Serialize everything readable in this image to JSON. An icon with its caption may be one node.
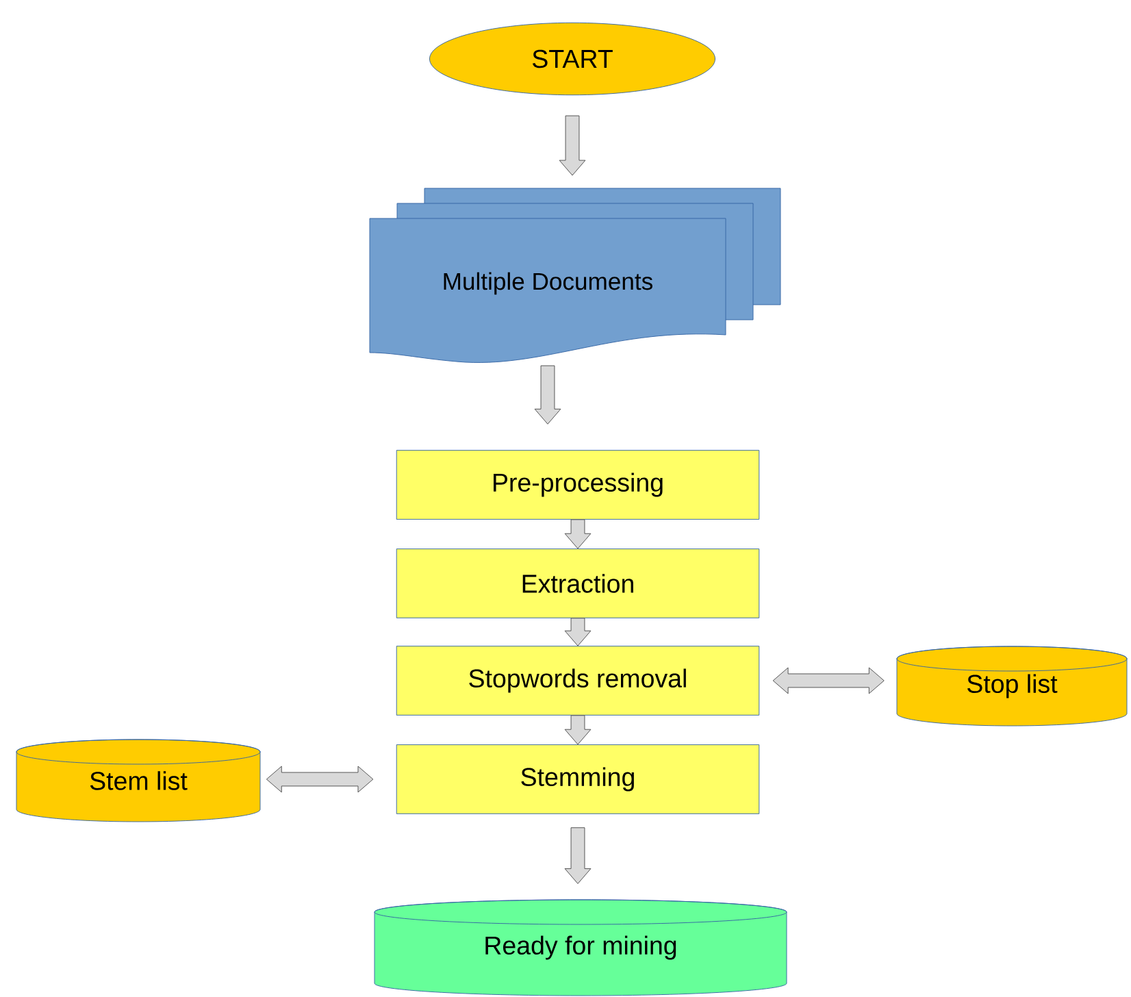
{
  "diagram": {
    "nodes": [
      {
        "text": [
          "START"
        ]
      },
      {
        "text": [
          "Multiple Documents"
        ]
      },
      {
        "text": [
          "Pre-processing"
        ]
      },
      {
        "text": [
          "Extraction"
        ]
      },
      {
        "text": [
          "Stopwords removal"
        ]
      },
      {
        "text": [
          "Stop list"
        ]
      },
      {
        "text": [
          "Stem list"
        ]
      },
      {
        "text": [
          "Stemming"
        ]
      },
      {
        "text": [
          "Ready for mining"
        ]
      }
    ],
    "edges": [
      {
        "from": 0,
        "to": 1,
        "arrow": "to"
      },
      {
        "from": 1,
        "to": 2,
        "arrow": "to"
      },
      {
        "from": 2,
        "to": 3,
        "arrow": "to"
      },
      {
        "from": 3,
        "to": 4,
        "arrow": "to"
      },
      {
        "from": 4,
        "to": 5,
        "arrow": "both"
      },
      {
        "from": 4,
        "to": 7,
        "arrow": "to"
      },
      {
        "from": 7,
        "to": 6,
        "arrow": "both"
      },
      {
        "from": 7,
        "to": 8,
        "arrow": "to"
      }
    ]
  }
}
